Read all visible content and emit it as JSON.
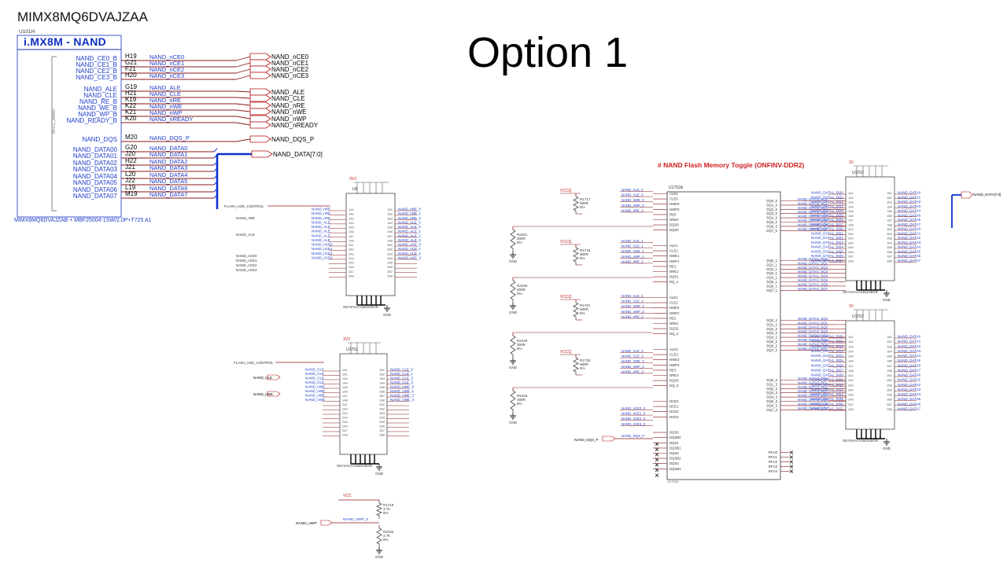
{
  "slide": {
    "title": "Option 1",
    "part_number": "MIMX8MQ6DVAJZAA",
    "ref_designator": "U101H",
    "chip_title": "i.MX8M - NAND",
    "chip_footer": "MIMX8MQ6DVAJZAB + MBF25004-1SW/2.0P+T725 A1",
    "flash_title": "# NAND Flash Memory Toggle (ONFINV-DDR2)"
  },
  "soc_pins": [
    {
      "signal": "NAND_CE0_B",
      "ball": "H19",
      "net": "NAND_nCE0"
    },
    {
      "signal": "NAND_CE1_B",
      "ball": "G21",
      "net": "NAND_nCE1"
    },
    {
      "signal": "NAND_CE2_B",
      "ball": "F21",
      "net": "NAND_nCE2"
    },
    {
      "signal": "NAND_CE3_B",
      "ball": "H20",
      "net": "NAND_nCE3"
    },
    {
      "signal": "NAND_ALE",
      "ball": "G19",
      "net": "NAND_ALE"
    },
    {
      "signal": "NAND_CLE",
      "ball": "H21",
      "net": "NAND_CLE"
    },
    {
      "signal": "NAND_RE_B",
      "ball": "K19",
      "net": "NAND_nRE"
    },
    {
      "signal": "NAND_WE_B",
      "ball": "K22",
      "net": "NAND_nWE"
    },
    {
      "signal": "NAND_WP_B",
      "ball": "K21",
      "net": "NAND_nWP"
    },
    {
      "signal": "NAND_READY_B",
      "ball": "K20",
      "net": "NAND_nREADY"
    },
    {
      "signal": "NAND_DQS",
      "ball": "M20",
      "net": "NAND_DQS_P"
    },
    {
      "signal": "NAND_DATA00",
      "ball": "G20",
      "net": "NAND_DATA0"
    },
    {
      "signal": "NAND_DATA01",
      "ball": "J20",
      "net": "NAND_DATA1"
    },
    {
      "signal": "NAND_DATA02",
      "ball": "H22",
      "net": "NAND_DATA2"
    },
    {
      "signal": "NAND_DATA03",
      "ball": "J21",
      "net": "NAND_DATA3"
    },
    {
      "signal": "NAND_DATA04",
      "ball": "L20",
      "net": "NAND_DATA4"
    },
    {
      "signal": "NAND_DATA05",
      "ball": "J22",
      "net": "NAND_DATA5"
    },
    {
      "signal": "NAND_DATA06",
      "ball": "L19",
      "net": "NAND_DATA6"
    },
    {
      "signal": "NAND_DATA07",
      "ball": "M19",
      "net": "NAND_DATA7"
    }
  ],
  "ports": [
    "NAND_nCE0",
    "NAND_nCE1",
    "NAND_nCE2",
    "NAND_nCE3",
    "NAND_ALE",
    "NAND_CLE",
    "NAND_nRE",
    "NAND_nWE",
    "NAND_nWP",
    "NAND_nREADY",
    "NAND_DQS_P",
    "NAND_DATA[7:0]"
  ],
  "buffers": {
    "u8": {
      "ref": "U8",
      "power": "3V3",
      "name": "SN74AVCA164245GR",
      "ctrl": "FLASH_nOE_CONTROL"
    },
    "u1702": {
      "ref": "U1702",
      "power": "3V3",
      "name": "SN74AVCA164245GR",
      "ctrl": "FLASH_nOE_CONTROL"
    },
    "u1703a": {
      "ref": "U1703",
      "power": "3V",
      "name": "SN74AVCA164245GR"
    },
    "u1703b": {
      "ref": "U1703",
      "power": "3V",
      "name": "SN74AVCA164245GR"
    }
  },
  "flash": {
    "ref": "U1702A",
    "supply": "VCCQ",
    "pullup_resistors": [
      {
        "ref": "R1717",
        "value": "680R",
        "tol": "5%"
      },
      {
        "ref": "R1718",
        "value": "680R",
        "tol": "5%"
      },
      {
        "ref": "R1721",
        "value": "680R",
        "tol": "5%"
      },
      {
        "ref": "R1720",
        "value": "680R",
        "tol": "5%"
      }
    ],
    "pulldown_resistors": [
      {
        "ref": "R2221",
        "value": "300R",
        "tol": "5%"
      },
      {
        "ref": "R2230",
        "value": "300R",
        "tol": "5%"
      },
      {
        "ref": "R2229",
        "value": "300R",
        "tol": "5%"
      },
      {
        "ref": "R2228",
        "value": "300R",
        "tol": "5%"
      }
    ],
    "dqs_net": "NAND_DQS_P",
    "gnd": "GND"
  },
  "wp_circuit": {
    "supply": "VCC",
    "r_top": {
      "ref": "R1719",
      "value": "4.7K",
      "tol": "5%"
    },
    "r_bottom": {
      "ref": "R2232",
      "value": "4.7K",
      "tol": "5%"
    },
    "in_net": "NAND_nWP",
    "out_net": "NAND_nWP_0"
  },
  "colors": {
    "net_wire": "#8b1a1a",
    "label_blue": "#1e3cc8",
    "bus": "#1030d0",
    "port": "#b01010"
  }
}
